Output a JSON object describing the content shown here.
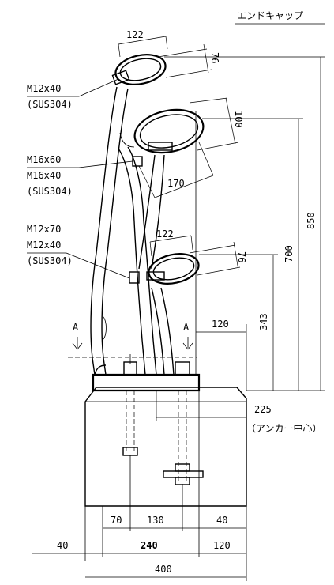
{
  "title": "エンドキャップ",
  "bolts": {
    "top": [
      "M12x40",
      "(SUS304)"
    ],
    "middle": [
      "M16x60",
      "M16x40",
      "(SUS304)"
    ],
    "bottom": [
      "M12x70",
      "M12x40",
      "(SUS304)"
    ]
  },
  "dimensions": {
    "top_width": "122",
    "top_height": "76",
    "mid_height": "100",
    "mid_width": "170",
    "low_width": "122",
    "low_height": "76",
    "h850": "850",
    "h700": "700",
    "h343": "343",
    "offset120_top": "120",
    "anchor_offset": "225",
    "anchor_note": "（アンカー中心）",
    "b70": "70",
    "b130": "130",
    "b40_right": "40",
    "b40_left": "40",
    "b240": "240",
    "b120": "120",
    "b400": "400"
  },
  "section_marks": {
    "left": "A",
    "right": "A"
  }
}
